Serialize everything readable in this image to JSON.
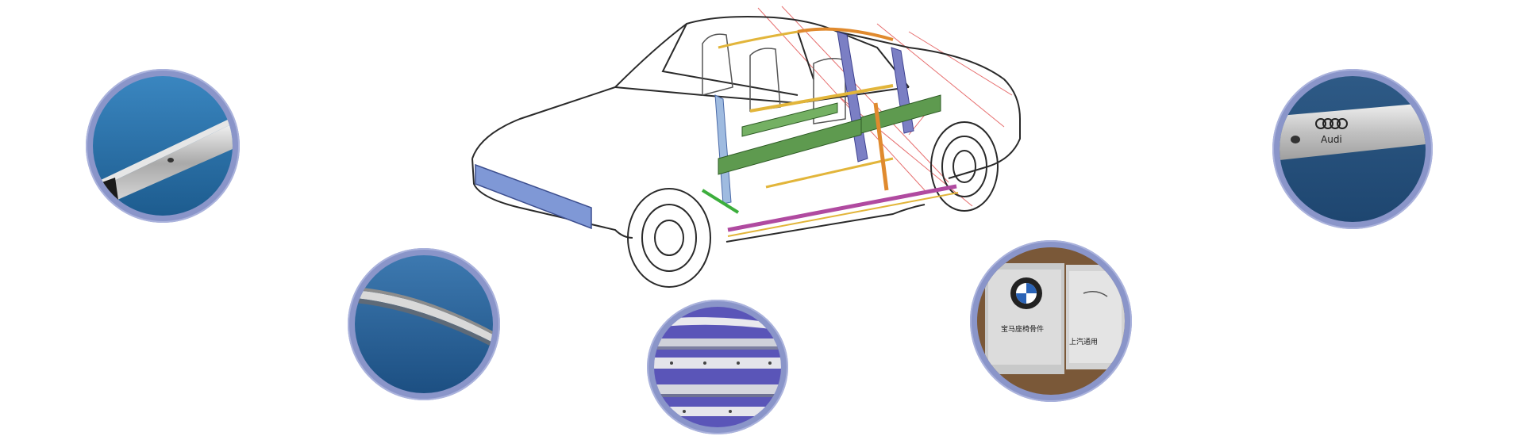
{
  "colors": {
    "ring": "#8a95c9",
    "bumper": "#7f98d6",
    "pillar": "#7b7fc4",
    "reinforcement_green": "#5e9a4f",
    "reinforcement_yellow": "#e2b53a",
    "reinforcement_orange": "#e08a2e",
    "sill_magenta": "#b04aa0",
    "guide_lines": "#e04a4a",
    "steel_background_blue": "#2b6ea6"
  },
  "photos": [
    {
      "name": "hollow-profile-photo",
      "icon": "steel-tube-icon"
    },
    {
      "name": "curved-strip-photo",
      "icon": "steel-strip-icon"
    },
    {
      "name": "punched-rails-photo",
      "icon": "steel-rail-icon"
    },
    {
      "name": "bmw-part-photo",
      "logo_text": "宝马座椅骨件",
      "logo_text_2": "上汽通用"
    },
    {
      "name": "audi-part-photo",
      "logo_text": "Audi"
    }
  ]
}
